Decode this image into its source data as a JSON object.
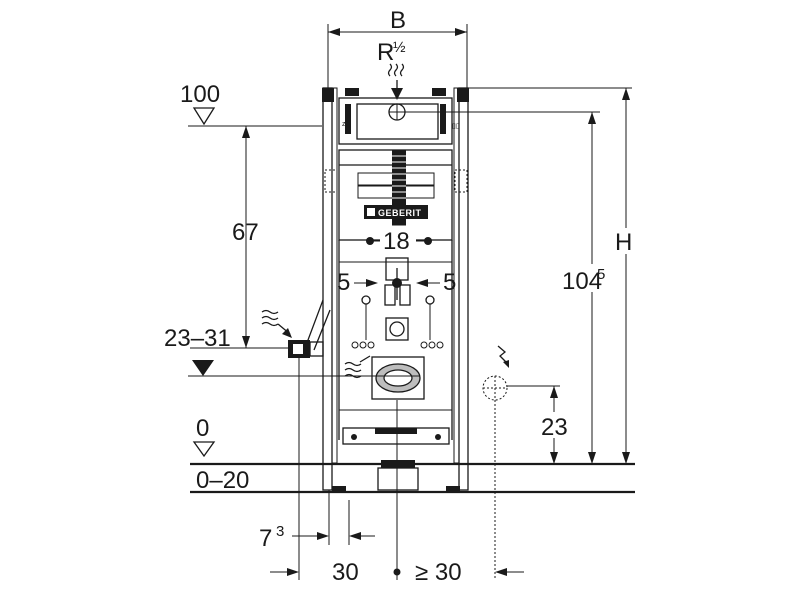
{
  "dimensions": {
    "width_label": "B",
    "supply_label": "R",
    "supply_fraction": "½",
    "level_top": "100",
    "dim_67": "67",
    "dim_18": "18",
    "dim_5_left": "5",
    "dim_5_right": "5",
    "dim_23_31": "23–31",
    "level_zero": "0",
    "level_0_20": "0–20",
    "dim_7": "7",
    "dim_7_sup": "3",
    "dim_30": "30",
    "dim_ge_30": "≥ 30",
    "height_label": "H",
    "dim_104": "104",
    "dim_104_sup": "5",
    "dim_23": "23"
  },
  "logo": {
    "brand_text": "GEBERIT"
  },
  "icons": {
    "water_supply": "water-wave-icon",
    "power_supply": "lightning-icon",
    "level_marker": "level-triangle-icon"
  }
}
